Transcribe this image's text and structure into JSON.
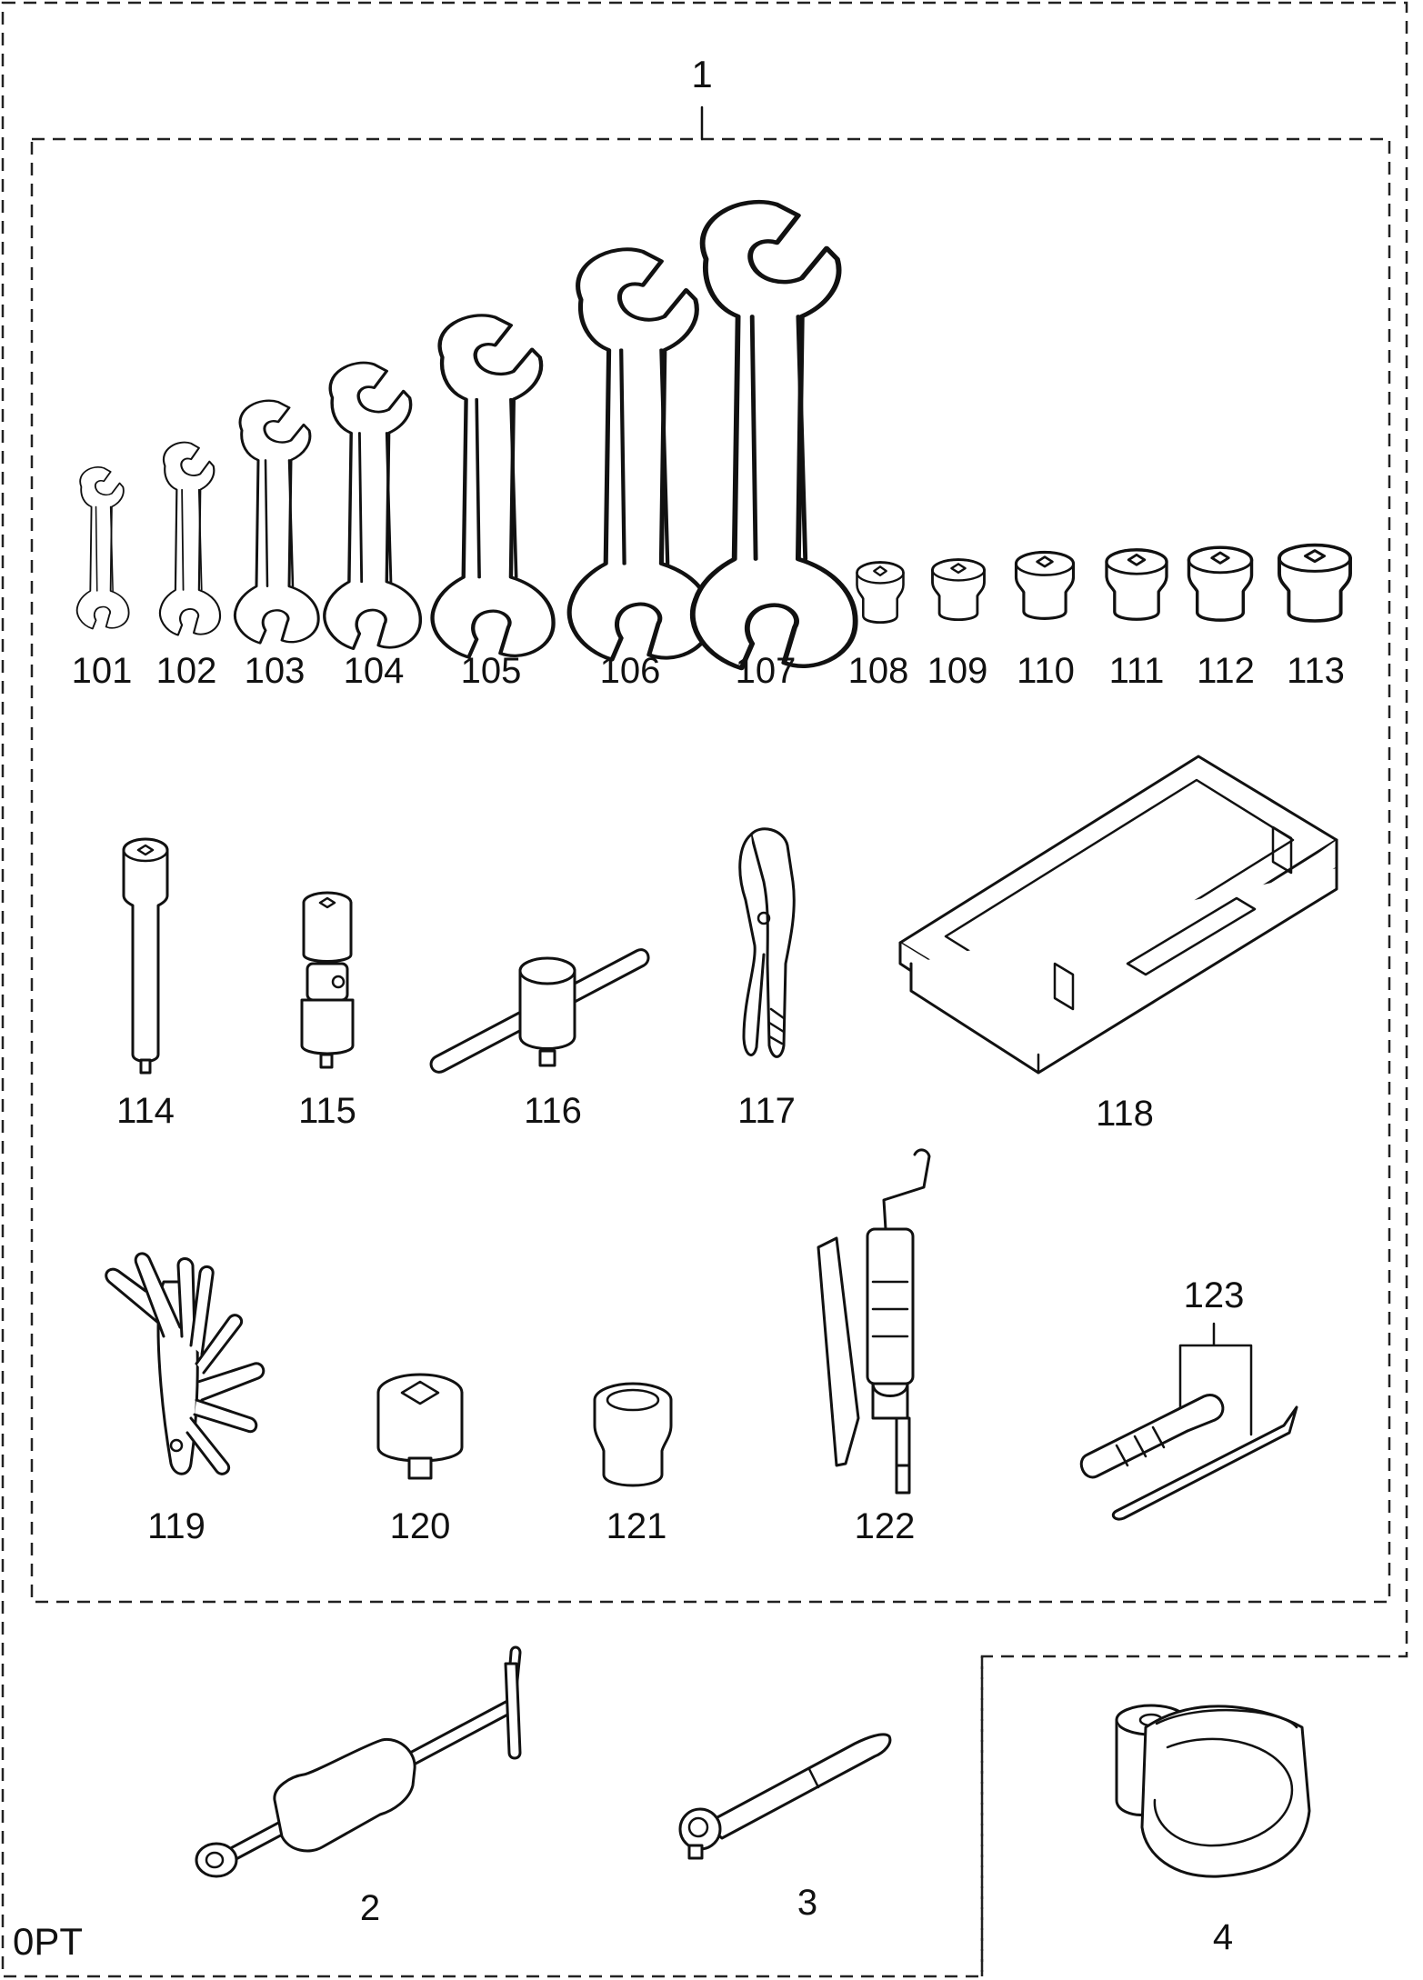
{
  "kit_callout": "1",
  "option_code": "0PT",
  "parts": [
    {
      "id": "p101",
      "label": "101"
    },
    {
      "id": "p102",
      "label": "102"
    },
    {
      "id": "p103",
      "label": "103"
    },
    {
      "id": "p104",
      "label": "104"
    },
    {
      "id": "p105",
      "label": "105"
    },
    {
      "id": "p106",
      "label": "106"
    },
    {
      "id": "p107",
      "label": "107"
    },
    {
      "id": "p108",
      "label": "108"
    },
    {
      "id": "p109",
      "label": "109"
    },
    {
      "id": "p110",
      "label": "110"
    },
    {
      "id": "p111",
      "label": "111"
    },
    {
      "id": "p112",
      "label": "112"
    },
    {
      "id": "p113",
      "label": "113"
    },
    {
      "id": "p114",
      "label": "114"
    },
    {
      "id": "p115",
      "label": "115"
    },
    {
      "id": "p116",
      "label": "116"
    },
    {
      "id": "p117",
      "label": "117"
    },
    {
      "id": "p118",
      "label": "118"
    },
    {
      "id": "p119",
      "label": "119"
    },
    {
      "id": "p120",
      "label": "120"
    },
    {
      "id": "p121",
      "label": "121"
    },
    {
      "id": "p122",
      "label": "122"
    },
    {
      "id": "p123",
      "label": "123"
    },
    {
      "id": "p2",
      "label": "2"
    },
    {
      "id": "p3",
      "label": "3"
    },
    {
      "id": "p4",
      "label": "4"
    }
  ]
}
